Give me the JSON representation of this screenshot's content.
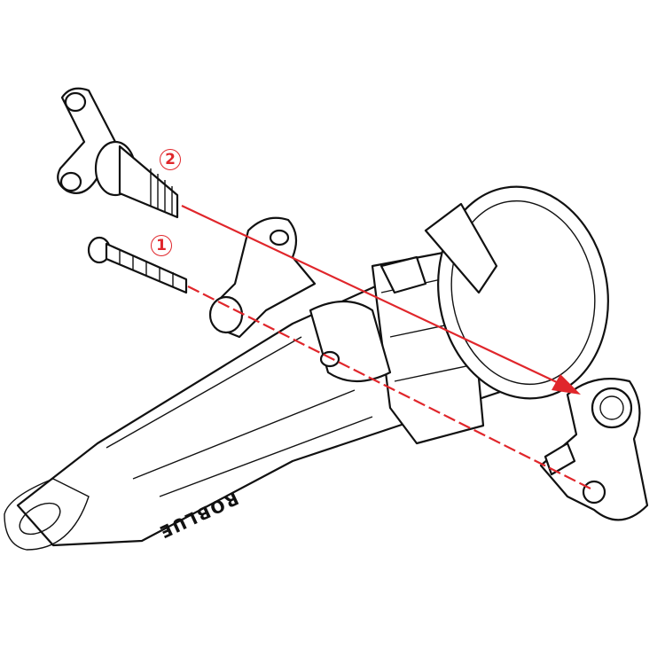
{
  "callouts": [
    {
      "label": "2"
    },
    {
      "label": "1"
    }
  ],
  "brand_text": "ROBLUE",
  "colors": {
    "accent": "#e0262b",
    "line": "#111111"
  }
}
